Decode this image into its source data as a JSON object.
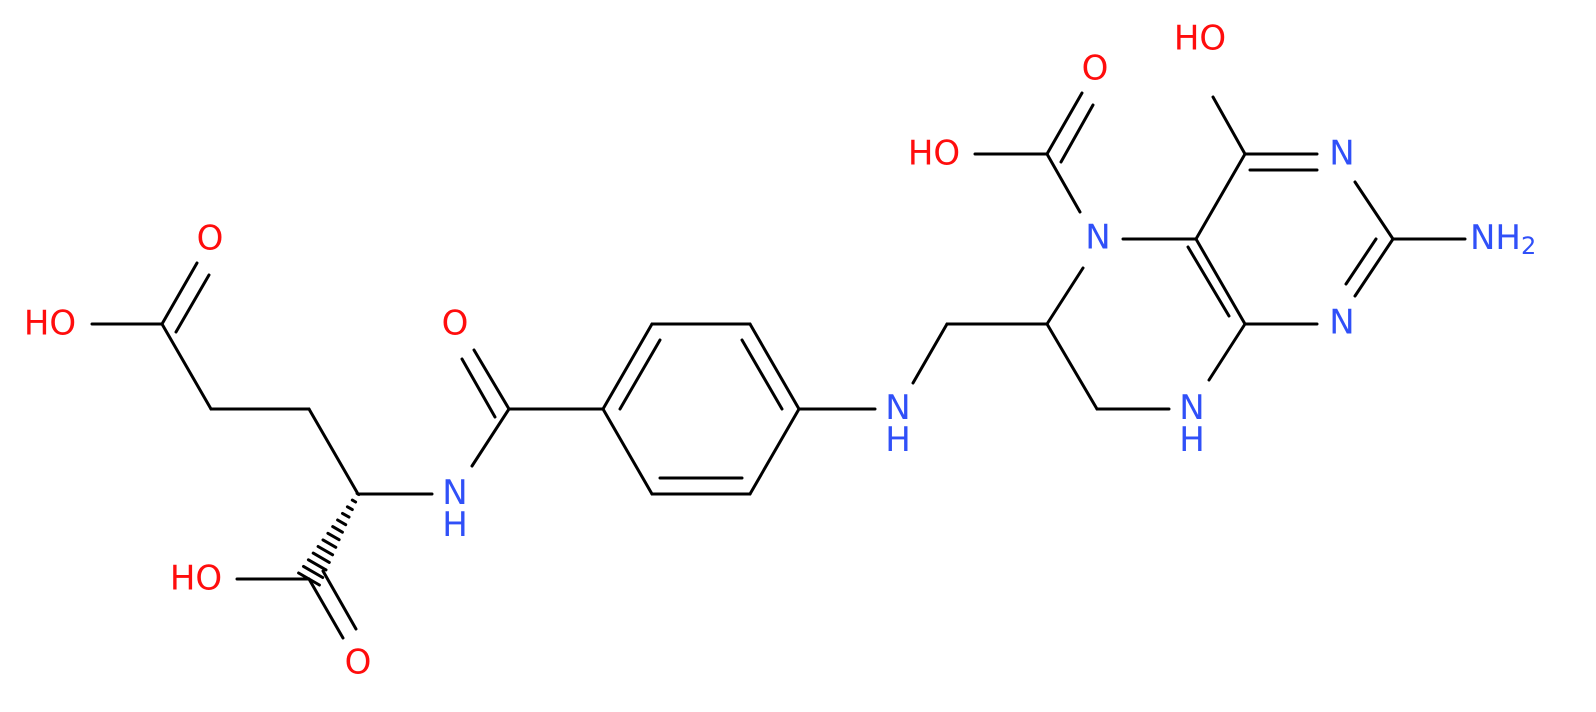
{
  "colors": {
    "bond": "#000000",
    "O": "#ff0d0d",
    "N": "#3050f8"
  },
  "atoms": {
    "ho_top": "HO",
    "o_carboxyl_top": "O",
    "ho_carboxyl_n5": "HO",
    "n5": "N",
    "n3": "N",
    "nh2": "NH",
    "nh2_sub": "2",
    "n1": "N",
    "nh_ring": "NH",
    "nh_linker": "NH",
    "o_amide": "O",
    "nh_amide": "NH",
    "o_glu_side": "O",
    "ho_glu_side": "HO",
    "ho_glu_alpha": "HO",
    "o_glu_alpha": "O"
  }
}
